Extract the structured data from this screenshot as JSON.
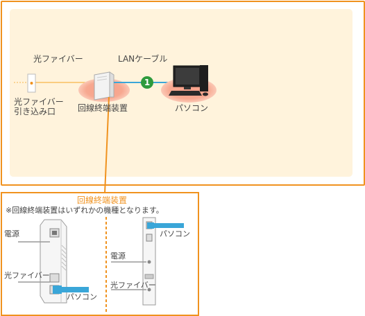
{
  "top": {
    "fiber_label": "光ファイバー",
    "lan_label": "LANケーブル",
    "outlet_label_line1": "光ファイバー",
    "outlet_label_line2": "引き込み口",
    "onu_label": "回線終端装置",
    "pc_label": "パソコン",
    "badge_number": "1"
  },
  "detail": {
    "title": "回線終端装置",
    "note": "※回線終端装置はいずれかの機種となります。",
    "left_model": {
      "power_label": "電源",
      "fiber_label": "光ファイバー",
      "pc_label": "パソコン"
    },
    "right_model": {
      "pc_label": "パソコン",
      "power_label": "電源",
      "fiber_label": "光ファイバー"
    }
  },
  "colors": {
    "frame": "#f0921e",
    "panel": "#fff3dc",
    "fiber_line": "#f6b54a",
    "lan_cable": "#3aa6d8",
    "badge": "#2e9a3c"
  }
}
